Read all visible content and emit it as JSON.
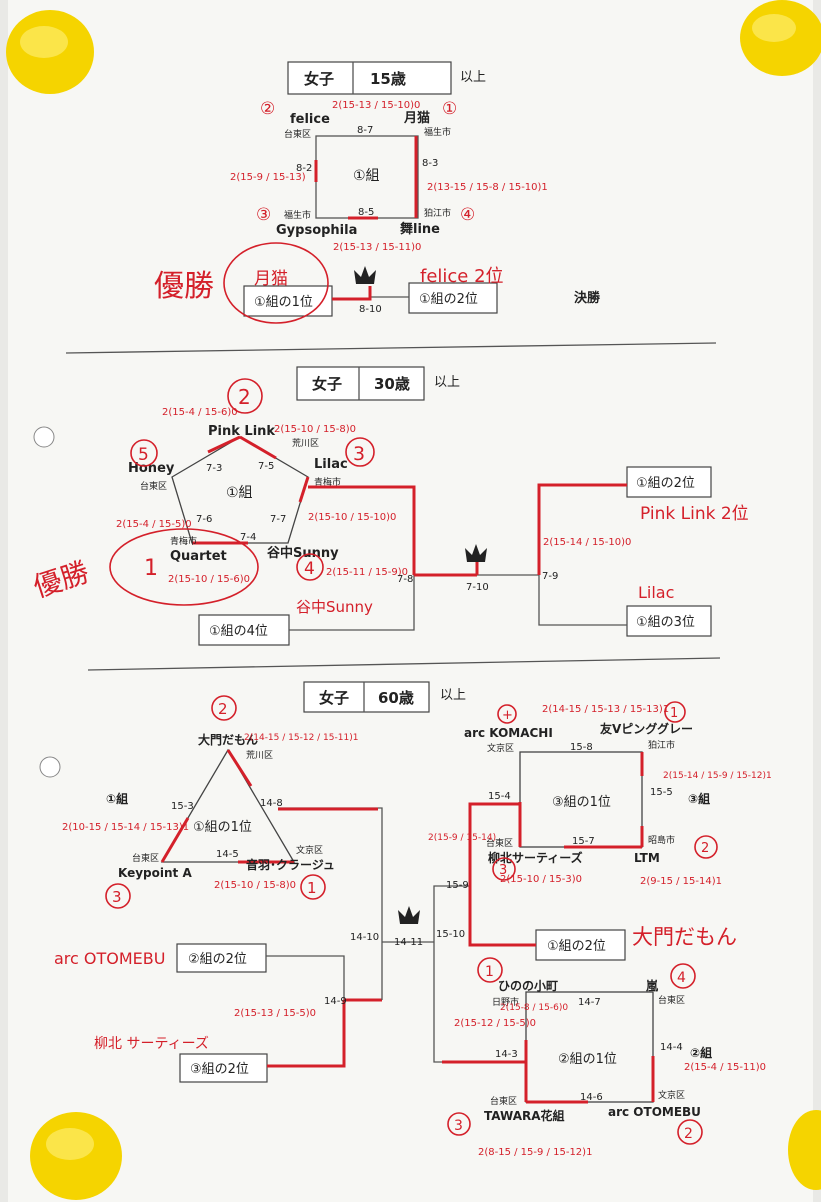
{
  "colors": {
    "paper": "#f7f7f4",
    "ink": "#222222",
    "red_pen": "#d4202a",
    "magnet": "#f5d400"
  },
  "icons": {
    "crown": "crown-icon",
    "magnet": "magnet-icon",
    "hole": "punch-hole-icon"
  },
  "common": {
    "ijou": "以上"
  },
  "sec15": {
    "gender": "女子",
    "age": "15歳",
    "teams": {
      "tl": "felice",
      "tr": "月猫",
      "bl": "Gypsophila",
      "br": "舞line"
    },
    "areas": {
      "tl": "台東区",
      "tr": "福生市",
      "bl": "福生市",
      "br": "狛江市"
    },
    "group": "①組",
    "matches": {
      "top": "8-7",
      "left": "8-2",
      "right": "8-3",
      "bottom": "8-5",
      "final": "8-10"
    },
    "final_left": "①組の1位",
    "final_right": "①組の2位",
    "kessho": "決勝",
    "hw": {
      "rank_tl": "②",
      "rank_tr": "①",
      "rank_bl": "③",
      "rank_br": "④",
      "score_top": "2(15-13 / 15-10)0",
      "score_left": "2(15-9 / 15-13)",
      "score_right": "2(13-15 / 15-8 / 15-10)1",
      "score_bottom": "2(15-13 / 15-11)0",
      "yusho": "優勝",
      "winner": "月猫",
      "second": "felice 2位"
    }
  },
  "sec30": {
    "gender": "女子",
    "age": "30歳",
    "teams": {
      "top": "Pink Link",
      "left": "Honey",
      "right": "Lilac",
      "bl": "Quartet",
      "br": "谷中Sunny"
    },
    "areas": {
      "top": "荒川区",
      "left": "台東区",
      "right": "青梅市",
      "bl": "青梅市"
    },
    "group": "①組",
    "matches": {
      "m1": "7-3",
      "m2": "7-5",
      "m3": "7-6",
      "m4": "7-7",
      "m5": "7-4",
      "m6": "7-8",
      "m7": "7-9",
      "final": "7-10"
    },
    "slots": {
      "g4": "①組の4位",
      "g2": "①組の2位",
      "g3": "①組の3位"
    },
    "hw": {
      "rank_top": "2",
      "rank_left": "5",
      "rank_right": "3",
      "rank_bl": "1",
      "rank_br": "4",
      "score_tl": "2(15-4 / 15-6)0",
      "score_tr": "2(15-10 / 15-8)0",
      "score_left": "2(15-4 / 15-5)0",
      "score_right": "2(15-10 / 15-10)0",
      "score_bl": "2(15-10 / 15-6)0",
      "score_br": "2(15-11 / 15-9)0",
      "score_r2": "2(15-14 / 15-10)0",
      "yusho": "優勝",
      "pl2": "Pink Link 2位",
      "lilac": "Lilac",
      "yanaka": "谷中Sunny"
    }
  },
  "sec60": {
    "gender": "女子",
    "age": "60歳",
    "tri": {
      "top": "大門だもん",
      "top_area": "荒川区",
      "left_grp": "①組",
      "bl": "Keypoint A",
      "bl_area": "台東区",
      "br": "音羽･クラージュ",
      "br_area": "文京区",
      "center": "①組の1位",
      "m_l": "15-3",
      "m_r": "14-8",
      "m_b": "14-5"
    },
    "sq3": {
      "tl": "arc KOMACHI",
      "tl_area": "文京区",
      "tr": "友Vピンググレー",
      "tr_area": "狛江市",
      "bl": "柳北サーティーズ",
      "bl_area": "台東区",
      "br": "LTM",
      "br_area": "昭島市",
      "grp": "③組",
      "center": "③組の1位",
      "m_t": "15-8",
      "m_l": "15-4",
      "m_r": "15-5",
      "m_b": "15-7",
      "m_9": "15-9",
      "m_10": "15-10"
    },
    "sq2": {
      "tl": "ひのの小町",
      "tl_area": "日野市",
      "tr": "嵐",
      "tr_area": "台東区",
      "bl": "TAWARA花組",
      "bl_area": "台東区",
      "br": "arc OTOMEBU",
      "br_area": "文京区",
      "grp": "②組",
      "center": "②組の1位",
      "m_t": "14-7",
      "m_l": "14-3",
      "m_r": "14-4",
      "m_b": "14-6"
    },
    "slots": {
      "g2a": "②組の2位",
      "g3": "③組の2位",
      "g1": "①組の2位"
    },
    "matches": {
      "m9": "14-9",
      "m10": "14-10",
      "final": "14-11"
    },
    "hw": {
      "r_top": "2",
      "r_bl": "3",
      "r_br": "1",
      "r_tl3": "+",
      "r_tr3": "1",
      "r_br3": "2",
      "r_bl3": "3",
      "r_tl2": "1",
      "r_tr2": "4",
      "r_bl2": "3",
      "r_br2": "2",
      "s1": "2(14-15 / 15-12 / 15-11)1",
      "s2": "2(10-15 / 15-14 / 15-13)1",
      "s3": "2(15-10 / 15-8)0",
      "s4": "2(14-15 / 15-13 / 15-13)1",
      "s5": "2(15-14 / 15-9 / 15-12)1",
      "s6": "2(15-9 / 15-14)",
      "s7": "2(15-10 / 15-3)0",
      "s8": "2(9-15 / 15-14)1",
      "s9": "2(15-12 / 15-5)0",
      "s10": "2(15-8 / 15-6)0",
      "s11": "2(15-4 / 15-11)0",
      "s12": "2(8-15 / 15-9 / 15-12)1",
      "s13": "2(15-13 / 15-5)0",
      "otomebu": "arc OTOMEBU",
      "daimon": "大門だもん",
      "ryuhoku": "柳北 サーティーズ"
    }
  }
}
